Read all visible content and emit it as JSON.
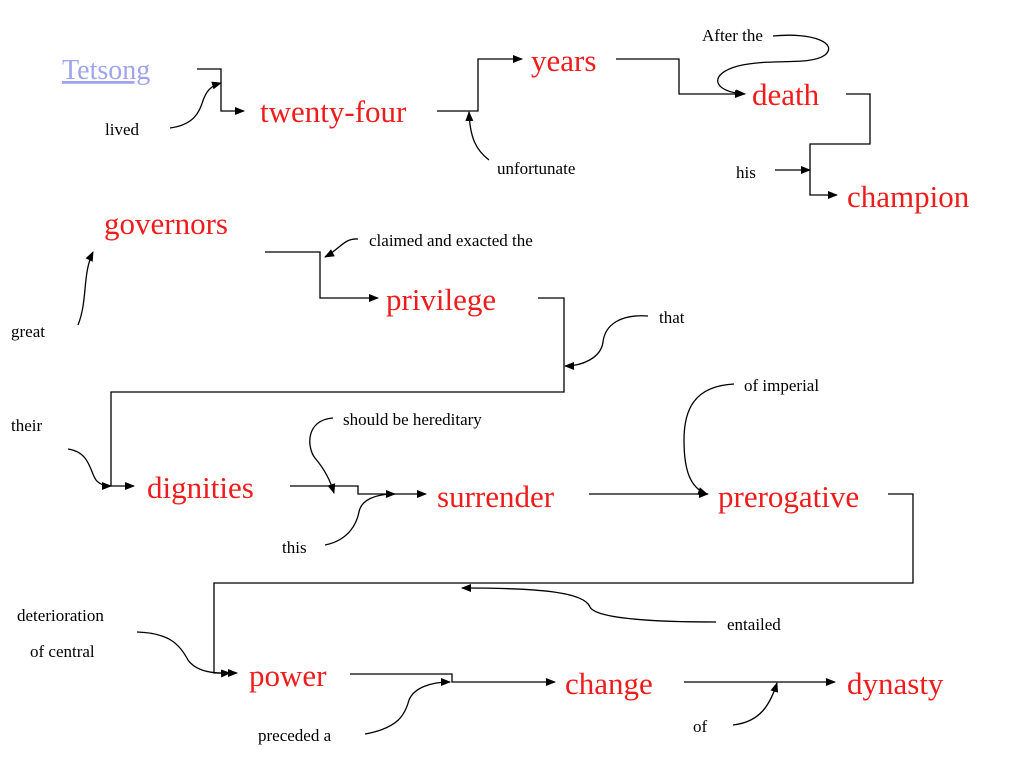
{
  "words": {
    "tetsong": "Tetsong",
    "twenty_four": "twenty-four",
    "years": "years",
    "death": "death",
    "champion": "champion",
    "governors": "governors",
    "privilege": "privilege",
    "dignities": "dignities",
    "surrender": "surrender",
    "prerogative": "prerogative",
    "power": "power",
    "change": "change",
    "dynasty": "dynasty"
  },
  "modifiers": {
    "lived": "lived",
    "unfortunate": "unfortunate",
    "after_the": "After the",
    "his": "his",
    "claimed": "claimed and exacted the",
    "great": "great",
    "that": "that",
    "their": "their",
    "hereditary": "should be hereditary",
    "this": "this",
    "of_imperial": "of imperial",
    "entailed": "entailed",
    "deterioration_1": "deterioration",
    "deterioration_2": "of central",
    "preceded": "preceded a",
    "of": "of"
  },
  "colors": {
    "keyword": "#ee1c1c",
    "link": "#a0a4ee",
    "line": "#000000",
    "background": "#ffffff"
  }
}
